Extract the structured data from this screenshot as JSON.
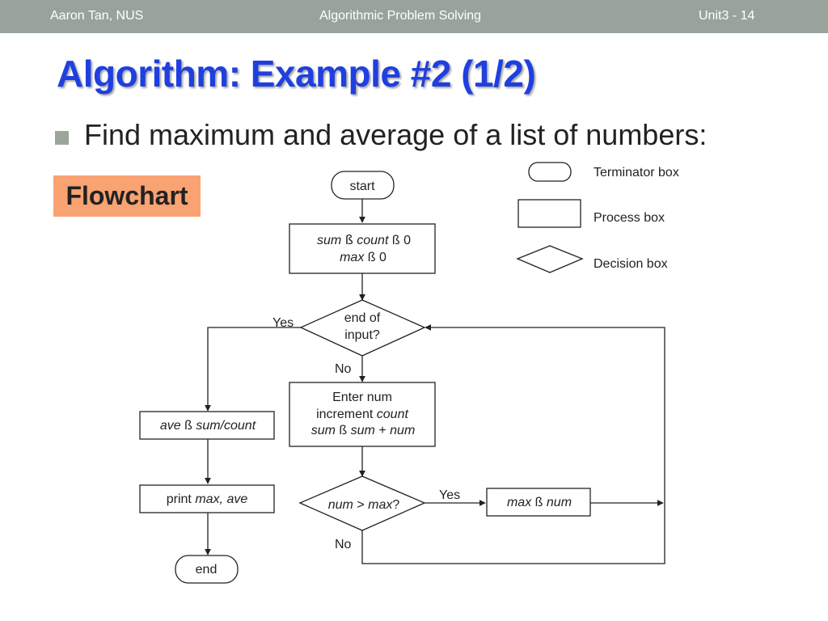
{
  "header": {
    "author": "Aaron Tan, NUS",
    "course": "Algorithmic Problem Solving",
    "slide": "Unit3 - 14"
  },
  "title": "Algorithm: Example #2 (1/2)",
  "bullet": "Find maximum and average of a list of numbers:",
  "flowchart_label": "Flowchart",
  "legend": {
    "terminator": "Terminator box",
    "process": "Process box",
    "decision": "Decision box"
  },
  "nodes": {
    "start": "start",
    "init_line1_var1": "sum",
    "init_line1_arrow": "ß",
    "init_line1_var2": "count",
    "init_line1_tail": "ß 0",
    "init_line2_var": "max",
    "init_line2_tail": "ß 0",
    "eoi_line1": "end of",
    "eoi_line2": "input?",
    "enter_line1": "Enter num",
    "enter_line2_pre": "increment ",
    "enter_line2_var": "count",
    "enter_line3_var1": "sum",
    "enter_line3_arrow": "ß",
    "enter_line3_var2": "sum",
    "enter_line3_plus": "+",
    "enter_line3_var3": "num",
    "ave_var1": "ave",
    "ave_arrow": "ß",
    "ave_expr": "sum/count",
    "print_pre": "print ",
    "print_vars": "max, ave",
    "cmp_var1": "num",
    "cmp_op": ">",
    "cmp_var2": "max",
    "cmp_q": "?",
    "assign_var1": "max",
    "assign_arrow": "ß",
    "assign_var2": "num",
    "end": "end"
  },
  "edge_labels": {
    "eoi_yes": "Yes",
    "eoi_no": "No",
    "cmp_yes": "Yes",
    "cmp_no": "No"
  },
  "colors": {
    "header_bar": "#98a49b",
    "title": "#1f3fe0",
    "flowchart_label_bg": "#f9a272",
    "bullet_marker": "#9aa69c"
  }
}
